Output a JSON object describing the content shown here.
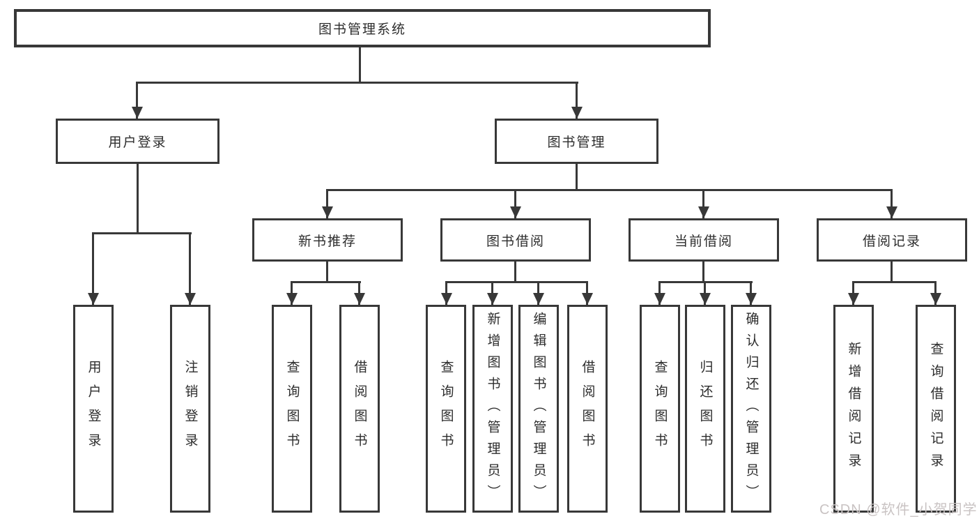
{
  "diagram": {
    "title": "图书管理系统",
    "root": {
      "label": "图书管理系统"
    },
    "level2": [
      {
        "label": "用户登录"
      },
      {
        "label": "图书管理"
      }
    ],
    "level3": [
      {
        "label": "新书推荐"
      },
      {
        "label": "图书借阅"
      },
      {
        "label": "当前借阅"
      },
      {
        "label": "借阅记录"
      }
    ],
    "leaves": {
      "user_login": [
        "用户登录",
        "注销登录"
      ],
      "new_books": [
        "查询图书",
        "借阅图书"
      ],
      "borrow": [
        "查询图书",
        "新增图书（管理员）",
        "编辑图书（管理员）",
        "借阅图书"
      ],
      "current": [
        "查询图书",
        "归还图书",
        "确认归还（管理员）"
      ],
      "records": [
        "新增借阅记录",
        "查询借阅记录"
      ]
    }
  },
  "watermark": {
    "text": "CSDN @软件_小贺同学"
  },
  "colors": {
    "line": "#383838",
    "text": "#2d2d2d",
    "background": "#ffffff",
    "watermark": "#c9c3c3"
  }
}
